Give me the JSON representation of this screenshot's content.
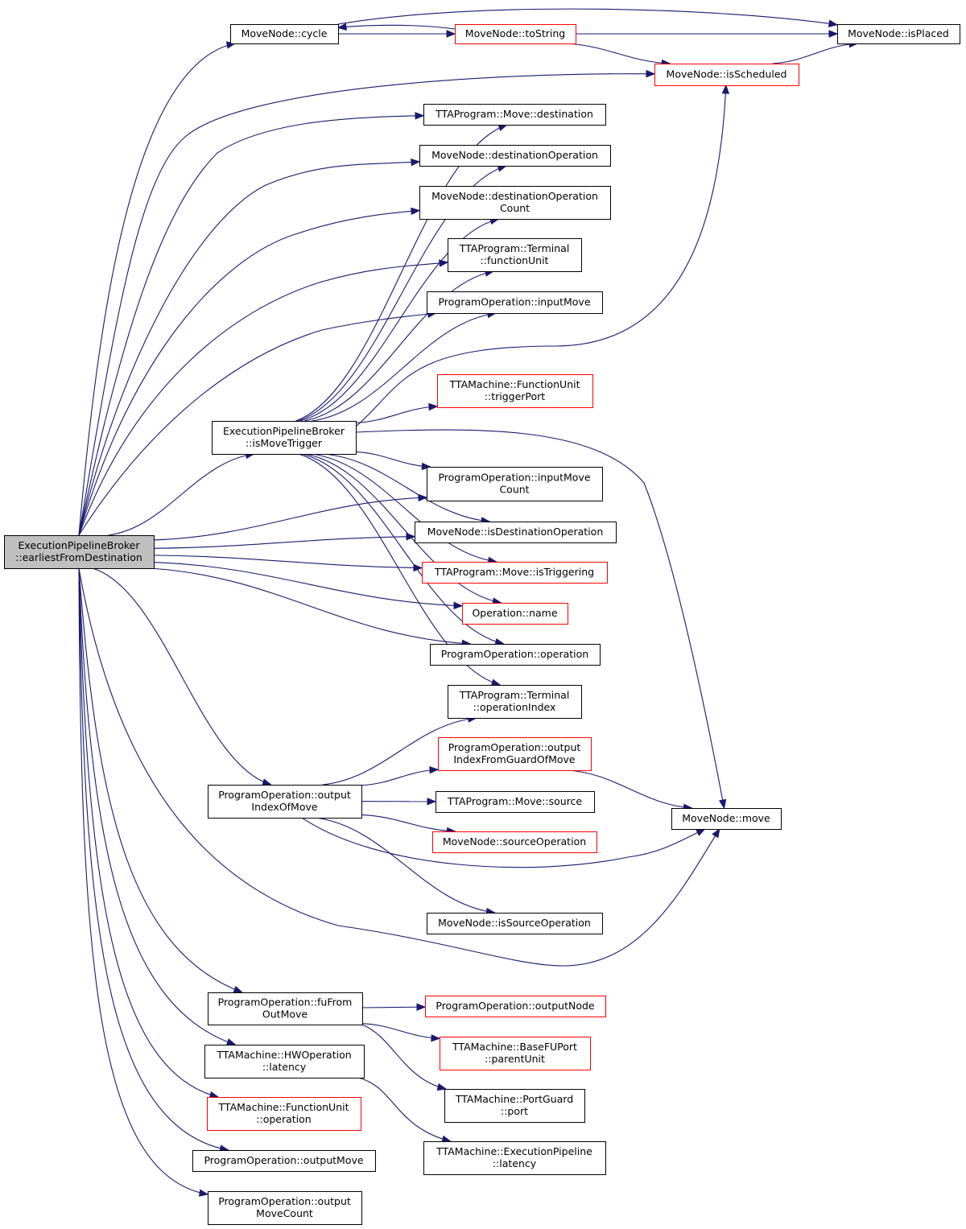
{
  "colors": {
    "edge": "#191970",
    "node_border": "#000000",
    "node_border_incomplete": "#ff0000",
    "root_fill": "#bfbfbf",
    "node_fill": "#ffffff"
  },
  "nodes": [
    {
      "id": "root",
      "lines": [
        "ExecutionPipelineBroker",
        "::earliestFromDestination"
      ],
      "style": "root"
    },
    {
      "id": "cycle",
      "lines": [
        "MoveNode::cycle"
      ],
      "style": "normal"
    },
    {
      "id": "toString",
      "lines": [
        "MoveNode::toString"
      ],
      "style": "incomplete"
    },
    {
      "id": "isPlaced",
      "lines": [
        "MoveNode::isPlaced"
      ],
      "style": "normal"
    },
    {
      "id": "isScheduled",
      "lines": [
        "MoveNode::isScheduled"
      ],
      "style": "incomplete"
    },
    {
      "id": "destination",
      "lines": [
        "TTAProgram::Move::destination"
      ],
      "style": "normal"
    },
    {
      "id": "destOp",
      "lines": [
        "MoveNode::destinationOperation"
      ],
      "style": "normal"
    },
    {
      "id": "destOpCount",
      "lines": [
        "MoveNode::destinationOperation",
        "Count"
      ],
      "style": "normal"
    },
    {
      "id": "functionUnit",
      "lines": [
        "TTAProgram::Terminal",
        "::functionUnit"
      ],
      "style": "normal"
    },
    {
      "id": "inputMove",
      "lines": [
        "ProgramOperation::inputMove"
      ],
      "style": "normal"
    },
    {
      "id": "triggerPort",
      "lines": [
        "TTAMachine::FunctionUnit",
        "::triggerPort"
      ],
      "style": "incomplete"
    },
    {
      "id": "isMoveTrigger",
      "lines": [
        "ExecutionPipelineBroker",
        "::isMoveTrigger"
      ],
      "style": "normal"
    },
    {
      "id": "inputMoveCount",
      "lines": [
        "ProgramOperation::inputMove",
        "Count"
      ],
      "style": "normal"
    },
    {
      "id": "isDestOp",
      "lines": [
        "MoveNode::isDestinationOperation"
      ],
      "style": "normal"
    },
    {
      "id": "isTriggering",
      "lines": [
        "TTAProgram::Move::isTriggering"
      ],
      "style": "incomplete"
    },
    {
      "id": "opName",
      "lines": [
        "Operation::name"
      ],
      "style": "incomplete"
    },
    {
      "id": "poOperation",
      "lines": [
        "ProgramOperation::operation"
      ],
      "style": "normal"
    },
    {
      "id": "operationIndex",
      "lines": [
        "TTAProgram::Terminal",
        "::operationIndex"
      ],
      "style": "normal"
    },
    {
      "id": "outIdxGuard",
      "lines": [
        "ProgramOperation::output",
        "IndexFromGuardOfMove"
      ],
      "style": "incomplete"
    },
    {
      "id": "outIdxMove",
      "lines": [
        "ProgramOperation::output",
        "IndexOfMove"
      ],
      "style": "normal"
    },
    {
      "id": "moveSource",
      "lines": [
        "TTAProgram::Move::source"
      ],
      "style": "normal"
    },
    {
      "id": "move",
      "lines": [
        "MoveNode::move"
      ],
      "style": "normal"
    },
    {
      "id": "sourceOp",
      "lines": [
        "MoveNode::sourceOperation"
      ],
      "style": "incomplete"
    },
    {
      "id": "isSourceOp",
      "lines": [
        "MoveNode::isSourceOperation"
      ],
      "style": "normal"
    },
    {
      "id": "fuFromOutMove",
      "lines": [
        "ProgramOperation::fuFrom",
        "OutMove"
      ],
      "style": "normal"
    },
    {
      "id": "outputNode",
      "lines": [
        "ProgramOperation::outputNode"
      ],
      "style": "incomplete"
    },
    {
      "id": "parentUnit",
      "lines": [
        "TTAMachine::BaseFUPort",
        "::parentUnit"
      ],
      "style": "incomplete"
    },
    {
      "id": "hwLatency",
      "lines": [
        "TTAMachine::HWOperation",
        "::latency"
      ],
      "style": "normal"
    },
    {
      "id": "portGuardPort",
      "lines": [
        "TTAMachine::PortGuard",
        "::port"
      ],
      "style": "normal"
    },
    {
      "id": "fuOperation",
      "lines": [
        "TTAMachine::FunctionUnit",
        "::operation"
      ],
      "style": "incomplete"
    },
    {
      "id": "epLatency",
      "lines": [
        "TTAMachine::ExecutionPipeline",
        "::latency"
      ],
      "style": "normal"
    },
    {
      "id": "outputMove",
      "lines": [
        "ProgramOperation::outputMove"
      ],
      "style": "normal"
    },
    {
      "id": "outputMoveCount",
      "lines": [
        "ProgramOperation::output",
        "MoveCount"
      ],
      "style": "normal"
    }
  ],
  "edges": [
    {
      "from": "root",
      "to": "cycle"
    },
    {
      "from": "root",
      "to": "isScheduled"
    },
    {
      "from": "root",
      "to": "destination"
    },
    {
      "from": "root",
      "to": "destOp"
    },
    {
      "from": "root",
      "to": "destOpCount"
    },
    {
      "from": "root",
      "to": "functionUnit"
    },
    {
      "from": "root",
      "to": "inputMove"
    },
    {
      "from": "root",
      "to": "isMoveTrigger"
    },
    {
      "from": "root",
      "to": "inputMoveCount"
    },
    {
      "from": "root",
      "to": "isDestOp"
    },
    {
      "from": "root",
      "to": "isTriggering"
    },
    {
      "from": "root",
      "to": "opName"
    },
    {
      "from": "root",
      "to": "poOperation"
    },
    {
      "from": "root",
      "to": "outIdxMove"
    },
    {
      "from": "root",
      "to": "move"
    },
    {
      "from": "root",
      "to": "fuFromOutMove"
    },
    {
      "from": "root",
      "to": "hwLatency"
    },
    {
      "from": "root",
      "to": "fuOperation"
    },
    {
      "from": "root",
      "to": "outputMove"
    },
    {
      "from": "root",
      "to": "outputMoveCount"
    },
    {
      "from": "cycle",
      "to": "toString"
    },
    {
      "from": "cycle",
      "to": "isPlaced"
    },
    {
      "from": "toString",
      "to": "cycle"
    },
    {
      "from": "toString",
      "to": "isPlaced"
    },
    {
      "from": "toString",
      "to": "isScheduled"
    },
    {
      "from": "isScheduled",
      "to": "isPlaced"
    },
    {
      "from": "isMoveTrigger",
      "to": "destination"
    },
    {
      "from": "isMoveTrigger",
      "to": "destOp"
    },
    {
      "from": "isMoveTrigger",
      "to": "destOpCount"
    },
    {
      "from": "isMoveTrigger",
      "to": "functionUnit"
    },
    {
      "from": "isMoveTrigger",
      "to": "inputMove"
    },
    {
      "from": "isMoveTrigger",
      "to": "isScheduled"
    },
    {
      "from": "isMoveTrigger",
      "to": "triggerPort"
    },
    {
      "from": "isMoveTrigger",
      "to": "move"
    },
    {
      "from": "isMoveTrigger",
      "to": "inputMoveCount"
    },
    {
      "from": "isMoveTrigger",
      "to": "isDestOp"
    },
    {
      "from": "isMoveTrigger",
      "to": "isTriggering"
    },
    {
      "from": "isMoveTrigger",
      "to": "opName"
    },
    {
      "from": "isMoveTrigger",
      "to": "poOperation"
    },
    {
      "from": "isMoveTrigger",
      "to": "operationIndex"
    },
    {
      "from": "outIdxMove",
      "to": "operationIndex"
    },
    {
      "from": "outIdxMove",
      "to": "outIdxGuard"
    },
    {
      "from": "outIdxMove",
      "to": "moveSource"
    },
    {
      "from": "outIdxMove",
      "to": "sourceOp"
    },
    {
      "from": "outIdxMove",
      "to": "move"
    },
    {
      "from": "outIdxMove",
      "to": "isSourceOp"
    },
    {
      "from": "outIdxGuard",
      "to": "move"
    },
    {
      "from": "fuFromOutMove",
      "to": "outputNode"
    },
    {
      "from": "fuFromOutMove",
      "to": "parentUnit"
    },
    {
      "from": "fuFromOutMove",
      "to": "portGuardPort"
    },
    {
      "from": "hwLatency",
      "to": "epLatency"
    }
  ]
}
